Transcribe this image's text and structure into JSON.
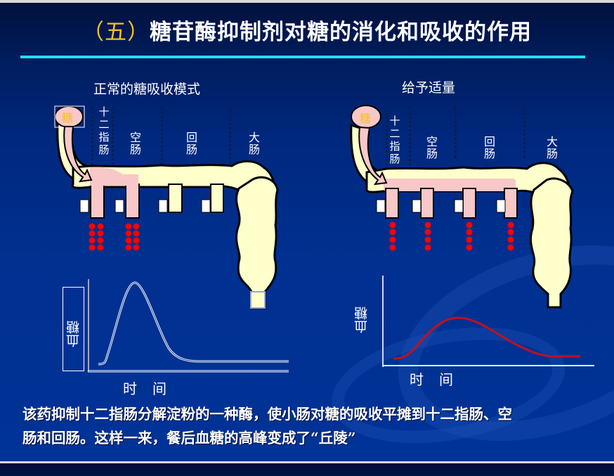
{
  "title": {
    "number": "（五）",
    "text": "糖苷酶抑制剂对糖的消化和吸收的作用"
  },
  "colors": {
    "background": "#003090",
    "title_rule": "#20e0f0",
    "title_number": "#f6c21b",
    "intestine_fill": "#ffffcc",
    "sugar_fill": "#f8c8c8",
    "absorbed_dots": "#ff0000",
    "curve_normal": "#ffffff",
    "curve_treated": "#c01020"
  },
  "panels": {
    "normal": {
      "subtitle": "正常的糖吸收模式",
      "sugar_label": "糖",
      "segments": [
        "十二指肠",
        "空肠",
        "回肠",
        "大肠"
      ],
      "graph": {
        "ylabel": "血糖",
        "xlabel": "时间"
      }
    },
    "treated": {
      "subtitle": "给予适量",
      "sugar_label": "糖",
      "segments": [
        "十二指肠",
        "空肠",
        "回肠",
        "大肠"
      ],
      "graph": {
        "ylabel": "血糖",
        "xlabel": "时间"
      }
    }
  },
  "chart_data": [
    {
      "type": "line",
      "title": "正常的糖吸收模式",
      "xlabel": "时间",
      "ylabel": "血糖",
      "x": [
        0,
        1,
        2,
        3,
        4,
        5,
        6,
        7,
        8,
        9,
        10
      ],
      "values": [
        5,
        40,
        100,
        75,
        30,
        10,
        5,
        5,
        5,
        5,
        5
      ],
      "note": "sharp peak shortly after meal",
      "grid": false
    },
    {
      "type": "line",
      "title": "给予适量",
      "xlabel": "时间",
      "ylabel": "血糖",
      "x": [
        0,
        1,
        2,
        3,
        4,
        5,
        6,
        7,
        8,
        9,
        10
      ],
      "values": [
        5,
        12,
        30,
        45,
        50,
        42,
        30,
        18,
        10,
        8,
        8
      ],
      "note": "flattened hill-shaped curve",
      "grid": false
    }
  ],
  "description": {
    "line1": "该药抑制十二指肠分解淀粉的一种酶，使小肠对糖的吸收平摊到十二指肠、空",
    "line2": "肠和回肠。这样一来，餐后血糖的高峰变成了“丘陵”"
  }
}
